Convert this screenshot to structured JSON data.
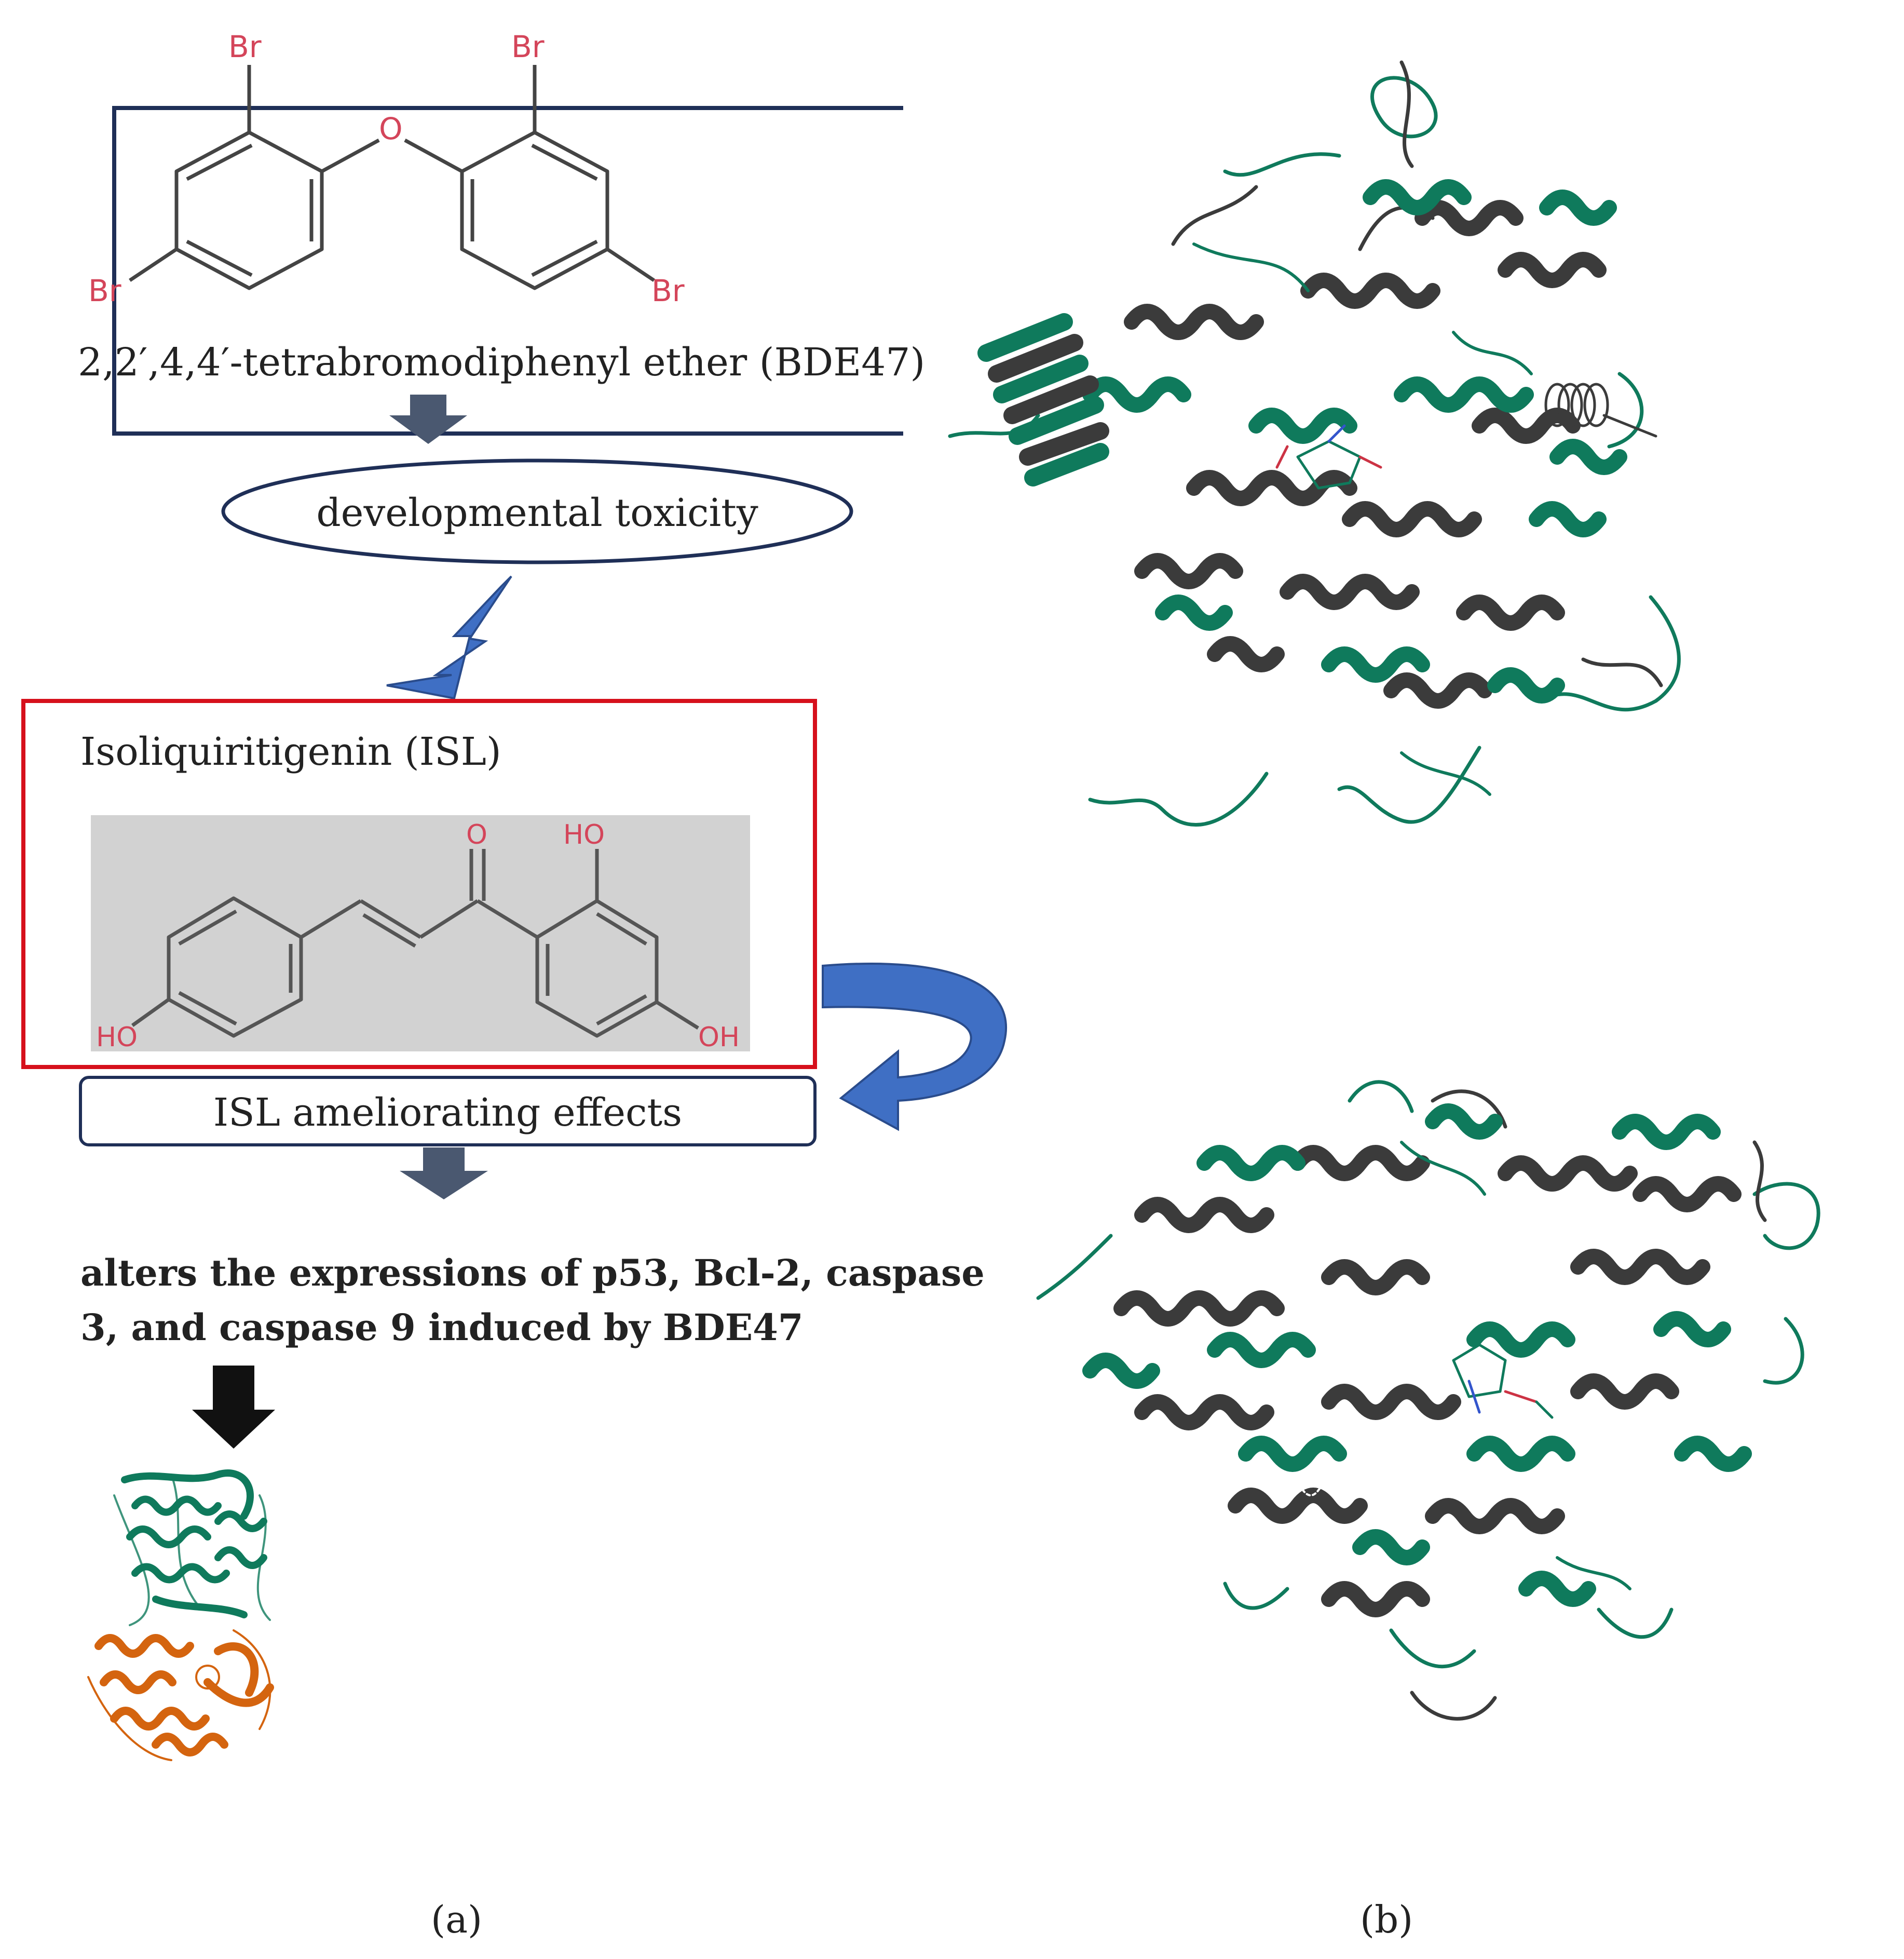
{
  "panel_a": {
    "bde47": {
      "name": "2,2′,4,4′-tetrabromodiphenyl ether (BDE47)",
      "atoms": {
        "br_top_left": "Br",
        "br_top_right": "Br",
        "br_left": "Br",
        "br_right": "Br",
        "oxygen": "O"
      }
    },
    "toxicity_label": "developmental toxicity",
    "isl": {
      "title": "Isoliquiritigenin (ISL)",
      "atoms": {
        "carbonyl_o": "O",
        "ho_top": "HO",
        "ho_left": "HO",
        "oh_right": "OH"
      }
    },
    "effects_label": "ISL ameliorating effects",
    "outcome_line1": "alters the expressions of p53, Bcl-2, caspase",
    "outcome_line2": "3, and caspase 9 induced by BDE47",
    "label": "(a)"
  },
  "panel_b": {
    "label": "(b)"
  },
  "colors": {
    "box_navy": "#1f2f57",
    "box_red": "#d6101c",
    "arrow_blue": "#3f6fc4",
    "arrow_slate": "#4a5870",
    "protein_green": "#0f7a5c",
    "protein_gray": "#3b3b3b",
    "protein_orange": "#d4640f",
    "isl_bg": "#d2d2d2",
    "atom_red": "#d4455a"
  }
}
